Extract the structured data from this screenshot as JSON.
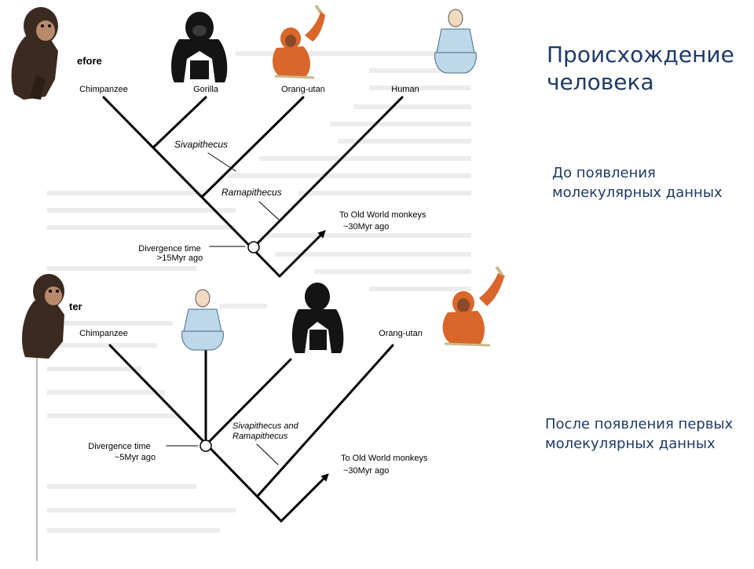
{
  "slide": {
    "title": "Происхождение человека",
    "before_caption": "До появления молекулярных данных",
    "after_caption": "После появления первых молекулярных данных"
  },
  "tree_before": {
    "header": "efore",
    "taxa": [
      "Chimpanzee",
      "Gorilla",
      "Orang-utan",
      "Human"
    ],
    "fossils": [
      "Sivapithecus",
      "Ramapithecus"
    ],
    "divergence_line1": "Divergence time",
    "divergence_line2": ">15Myr ago",
    "outgroup_line1": "To Old World monkeys",
    "outgroup_line2": "~30Myr ago"
  },
  "tree_after": {
    "header": "ter",
    "taxa": [
      "Chimpanzee",
      "Orang-utan"
    ],
    "fossil_line1": "Sivapithecus and",
    "fossil_line2": "Ramapithecus",
    "divergence_line1": "Divergence time",
    "divergence_line2": "~5Myr ago",
    "outgroup_line1": "To Old World monkeys",
    "outgroup_line2": "~30Myr ago"
  },
  "colors": {
    "title_text": "#1f3a66",
    "branch": "#000000",
    "chimp_fur": "#3b2a20",
    "gorilla_fur": "#141414",
    "orang_fur": "#d9662a",
    "human_shirt": "#bcd8ea"
  },
  "icons": [
    "chimpanzee-illustration",
    "gorilla-illustration",
    "orangutan-illustration",
    "human-illustration"
  ]
}
